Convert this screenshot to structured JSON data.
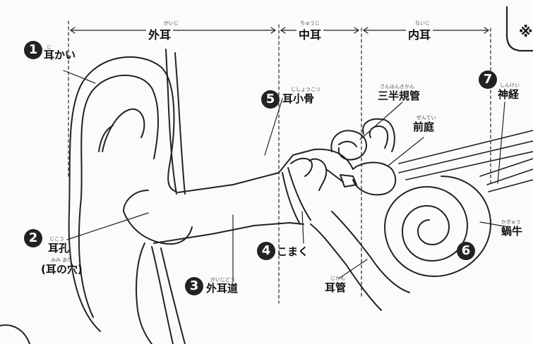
{
  "sections": {
    "outer_ear": {
      "label": "外耳",
      "ruby": "がいじ"
    },
    "middle_ear": {
      "label": "中耳",
      "ruby": "ちゅうじ"
    },
    "inner_ear": {
      "label": "内耳",
      "ruby": "ないじ"
    }
  },
  "note_mark": "※",
  "parts": [
    {
      "number": "1",
      "label": "耳かい",
      "ruby": "じ"
    },
    {
      "number": "2",
      "label": "耳孔",
      "ruby": "じこう",
      "label2": "(耳の穴)",
      "ruby2": "みみ あな"
    },
    {
      "number": "3",
      "label": "外耳道",
      "ruby": "がいじどう"
    },
    {
      "number": "4",
      "label": "こまく"
    },
    {
      "number": "5",
      "label": "耳小骨",
      "ruby": "じしょうこつ"
    },
    {
      "number": "6",
      "label": "蝸牛",
      "ruby": "かぎゅう"
    },
    {
      "number": "7",
      "label": "神経",
      "ruby": "しんけい"
    }
  ],
  "other_labels": {
    "semicircular_canals": {
      "label": "三半規管",
      "ruby": "さんはんきかん"
    },
    "vestibule": {
      "label": "前庭",
      "ruby": "ぜんてい"
    },
    "eustachian_tube": {
      "label": "耳管",
      "ruby": "じかん"
    }
  }
}
